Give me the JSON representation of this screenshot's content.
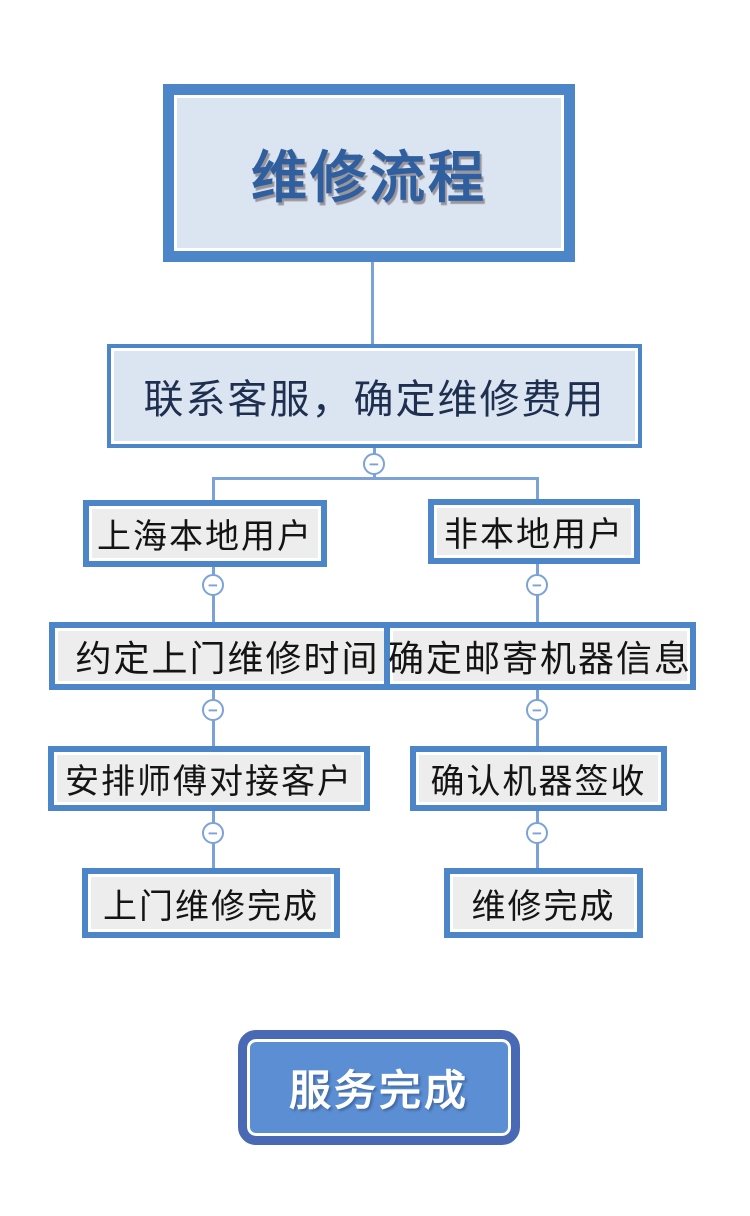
{
  "flowchart": {
    "title": "维修流程",
    "contact": "联系客服，确定维修费用",
    "branches": {
      "local": {
        "user": "上海本地用户",
        "step1": "约定上门维修时间",
        "step2": "安排师傅对接客户",
        "done": "上门维修完成"
      },
      "remote": {
        "user": "非本地用户",
        "step1": "确定邮寄机器信息",
        "step2": "确认机器签收",
        "done": "维修完成"
      }
    },
    "footer": "服务完成",
    "collapse_glyph": "−"
  },
  "colors": {
    "box_border": "#4d86c8",
    "blue_fill": "#dbe5f1",
    "gray_fill": "#ededed",
    "connector": "#7ba3d8",
    "title_text": "#2f5f9e",
    "body_text": "#141414",
    "button_fill": "#5b8ed2",
    "button_border": "#4a69b4",
    "button_text": "#ffffff",
    "page_background": "#ffffff"
  }
}
